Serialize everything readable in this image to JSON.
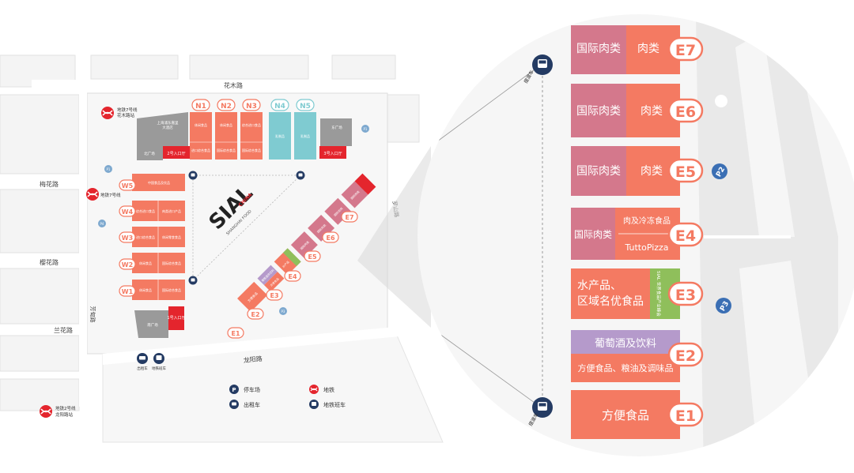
{
  "roads": {
    "top": "花木路",
    "left_upper": "梅花路",
    "left_middle": "樱花路",
    "left_lower": "兰花路",
    "bottom": "龙阳路",
    "right": "罗山路",
    "left_vertical": "芳甸路"
  },
  "metro_stations": {
    "top": {
      "line": "地铁7号线",
      "name": "花木路站"
    },
    "left": {
      "line": "地铁7号线"
    },
    "bottom": {
      "line": "地铁2号线",
      "name": "龙阳路站"
    }
  },
  "north_halls": [
    {
      "id": "N1",
      "lines": [
        "休闲食品",
        "进口综合食品"
      ]
    },
    {
      "id": "N2",
      "lines": [
        "休闲食品",
        "国际综合食品"
      ]
    },
    {
      "id": "N3",
      "lines": [
        "综合进口食品",
        "国际综合食品"
      ]
    },
    {
      "id": "N4",
      "lines": [
        "乳制品"
      ]
    },
    {
      "id": "N5",
      "lines": [
        "乳制品"
      ]
    }
  ],
  "north_annex": [
    "上海浦东嘉里",
    "大酒店"
  ],
  "west_halls": [
    {
      "id": "W5",
      "lines": [
        "中国食品及饮品"
      ]
    },
    {
      "id": "W4",
      "lines": [
        "综合进口食品",
        "肉类进口产品"
      ]
    },
    {
      "id": "W3",
      "lines": [
        "进口综合食品",
        "休闲零食食品"
      ]
    },
    {
      "id": "W2",
      "lines": [
        "休闲食品",
        "国际综合食品"
      ]
    },
    {
      "id": "W1",
      "lines": [
        "休闲食品",
        "国际综合食品"
      ]
    }
  ],
  "east_halls_small": [
    {
      "id": "E7",
      "lines": [
        "国际肉类",
        "肉类"
      ]
    },
    {
      "id": "E6",
      "lines": [
        "国际肉类",
        "肉类"
      ]
    },
    {
      "id": "E5",
      "lines": [
        "国际肉类",
        "肉类"
      ]
    },
    {
      "id": "E4",
      "lines": [
        "国际肉类",
        "肉及冷冻食品"
      ]
    },
    {
      "id": "E3",
      "lines": [
        "水产品",
        "区域名优食品"
      ]
    },
    {
      "id": "E2",
      "lines": [
        "葡萄酒及饮料",
        "方便食品"
      ]
    },
    {
      "id": "E1",
      "lines": [
        "方便食品"
      ]
    }
  ],
  "plazas": {
    "north_west": "北广场",
    "north_east": "东广场",
    "south": "南广场"
  },
  "entrances": {
    "e2": "2号入口厅",
    "e3": "3号入口厅",
    "e1": "1号入口厅"
  },
  "parking": [
    "P1",
    "P2",
    "P3",
    "P4"
  ],
  "brand": {
    "name": "SIAL",
    "sub": "CHINA",
    "tag": "SHANGHAI FOOD"
  },
  "transport_icons": {
    "taxi": "出租车",
    "shuttle": "地铁班车"
  },
  "legend": [
    {
      "icon": "parking-icon",
      "label": "停车场"
    },
    {
      "icon": "metro-icon",
      "label": "地铁"
    },
    {
      "icon": "taxi-icon",
      "label": "出租车"
    },
    {
      "icon": "shuttle-bus-icon",
      "label": "地铁班车"
    }
  ],
  "zoom_stop_label": "摆渡车",
  "zoom_halls": [
    {
      "id": "E7",
      "left": "国际肉类",
      "right": "肉类"
    },
    {
      "id": "E6",
      "left": "国际肉类",
      "right": "肉类"
    },
    {
      "id": "E5",
      "left": "国际肉类",
      "right": "肉类"
    },
    {
      "id": "E4",
      "left": "国际肉类",
      "right_top": "肉及冷冻食品",
      "right_bottom": "TuttoPizza"
    },
    {
      "id": "E3",
      "left_line1": "水产品、",
      "left_line2": "区域名优食品",
      "side": "SIAL 世界食品产业峰会"
    },
    {
      "id": "E2",
      "top": "葡萄酒及饮料",
      "bottom": "方便食品、粮油及调味品"
    },
    {
      "id": "E1",
      "main": "方便食品"
    }
  ],
  "zoom_parking": [
    "P2",
    "P3"
  ],
  "colors": {
    "salmon": "#f47a62",
    "pink": "#d4788c",
    "teal": "#7fcbd1",
    "lavender": "#b59acb",
    "green": "#8fbf5b",
    "red": "#e4252d",
    "navy": "#243b63"
  }
}
